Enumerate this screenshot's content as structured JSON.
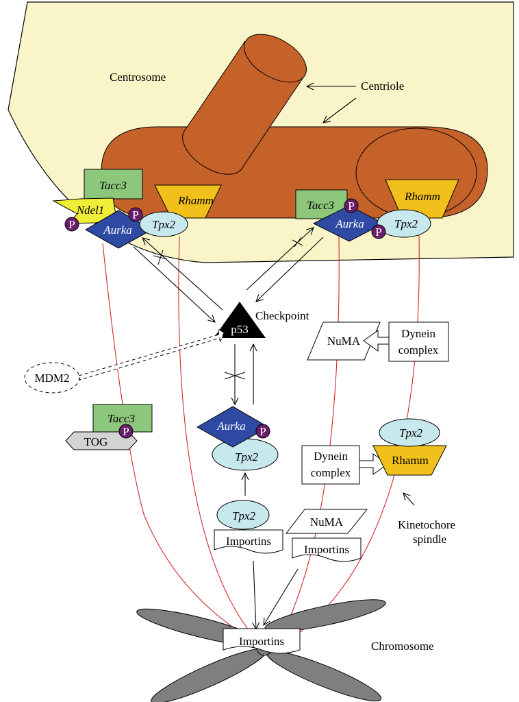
{
  "labels": {
    "centrosome": "Centrosome",
    "centriole": "Centriole",
    "checkpoint": "Checkpoint",
    "chromosome": "Chromosome",
    "kinetochore_line1": "Kinetochore",
    "kinetochore_line2": "spindle",
    "mdm2": "MDM2",
    "p53": "p53",
    "phospho": "P"
  },
  "proteins": {
    "tacc3": "Tacc3",
    "ndel1": "Ndel1",
    "aurka": "Aurka",
    "tpx2": "Tpx2",
    "rhamm_italic": "Rhamm",
    "rhamm": "Rhamm",
    "numa": "NuMA",
    "dynein_line1": "Dynein",
    "dynein_line2": "complex",
    "importins": "Importins",
    "tog": "TOG"
  },
  "colors": {
    "centrosome_fill": "#f9f5c8",
    "centriole_fill": "#c4622a",
    "tacc3_fill": "#8dc77b",
    "ndel1_fill": "#f1ee3a",
    "aurka_fill": "#2e4aa3",
    "tpx2_fill": "#c7e9ee",
    "rhamm_fill": "#f2c01b",
    "phospho_fill": "#6a1d6b",
    "tog_fill": "#d3d3d3",
    "chromosome_fill": "#7f7f7f",
    "spindle_line": "#d0262a"
  }
}
